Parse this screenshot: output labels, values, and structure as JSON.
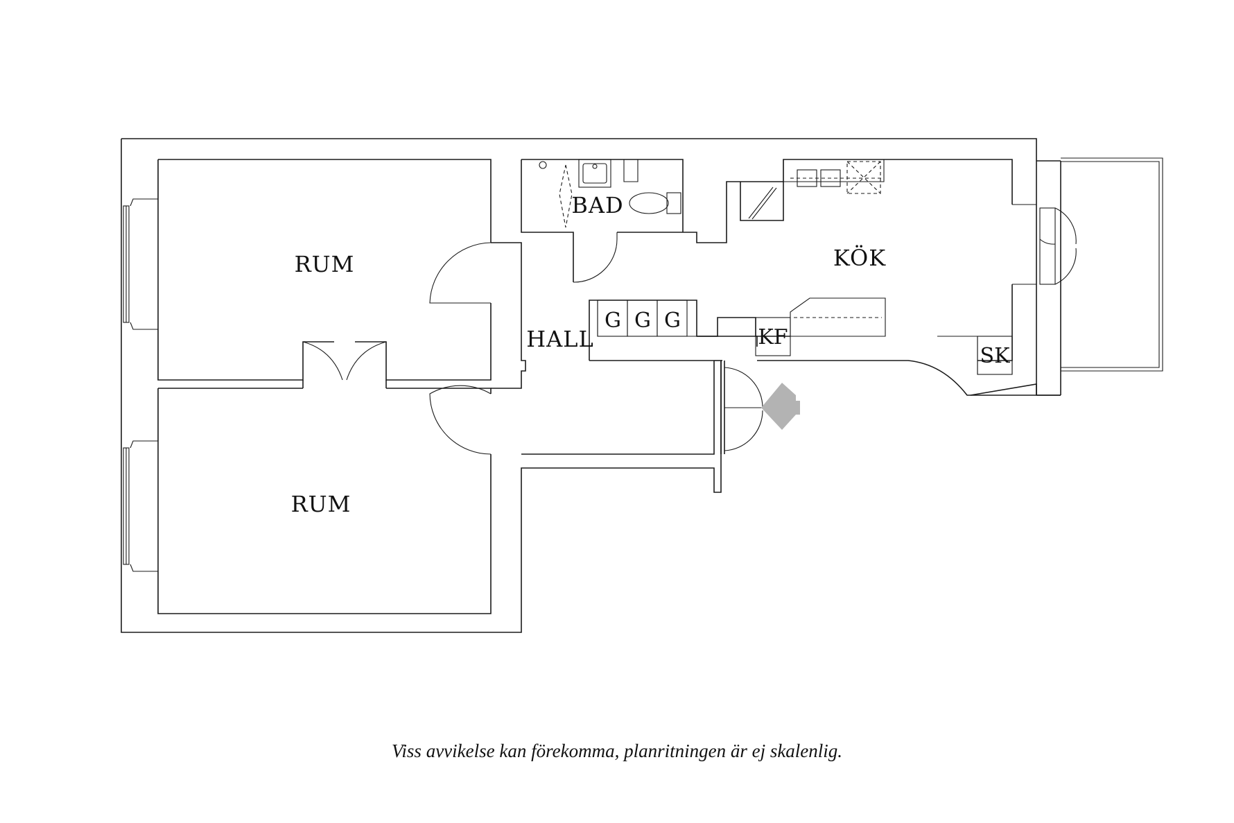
{
  "rooms": {
    "rum_upper": "RUM",
    "rum_lower": "RUM",
    "bad": "BAD",
    "kok": "KÖK",
    "hall": "HALL"
  },
  "fixtures": {
    "g1": "G",
    "g2": "G",
    "g3": "G",
    "kf": "KF",
    "sk": "SK"
  },
  "entrance_arrow_color": "#b3b3b3",
  "disclaimer": "Viss avvikelse kan förekomma, planritningen är ej skalenlig."
}
